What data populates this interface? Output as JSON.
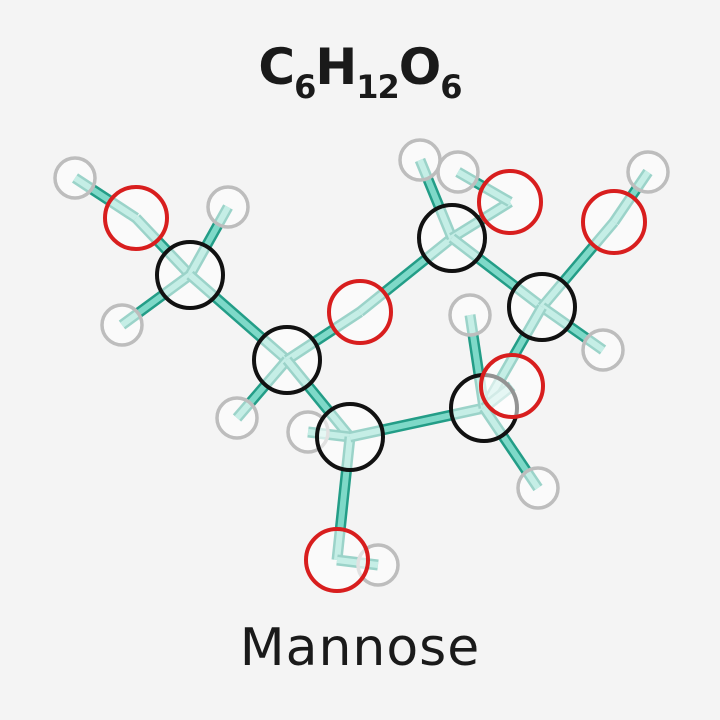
{
  "formula": {
    "c": "C",
    "c_count": "6",
    "h": "H",
    "h_count": "12",
    "o": "O",
    "o_count": "6"
  },
  "name": "Mannose",
  "colors": {
    "background": "#f4f4f4",
    "carbon_stroke": "#111111",
    "oxygen_stroke": "#d81e1e",
    "hydrogen_stroke": "#bdbdbd",
    "bond_fill": "#7ed9c8",
    "bond_edge": "#239d87"
  }
}
